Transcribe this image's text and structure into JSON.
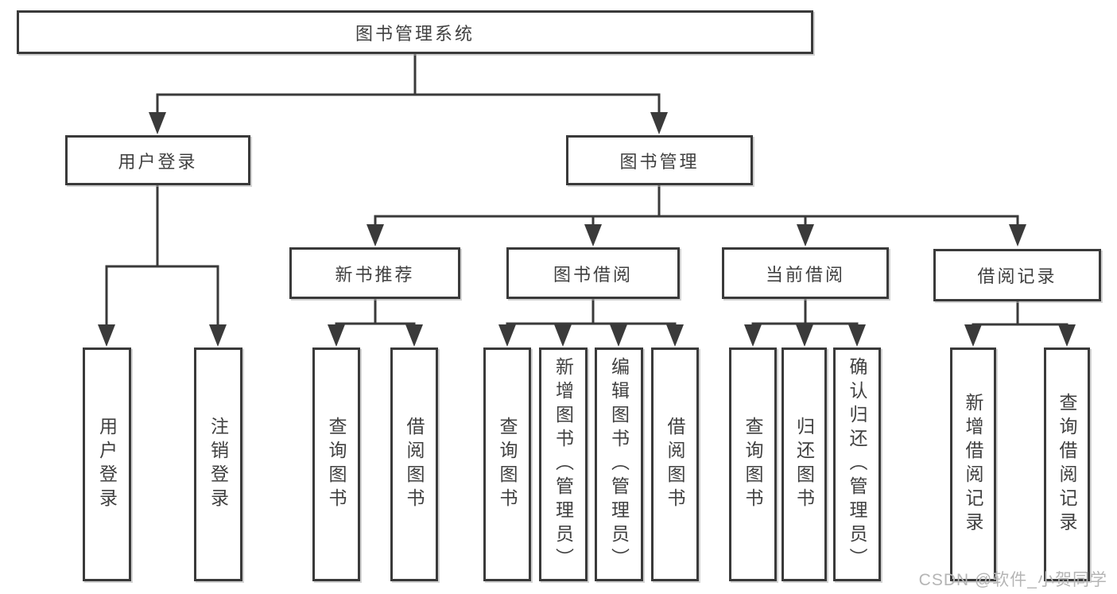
{
  "diagram_title": "图书管理系统",
  "tree": {
    "label": "图书管理系统",
    "children": [
      {
        "label": "用户登录",
        "children": [
          {
            "label": "用户登录"
          },
          {
            "label": "注销登录"
          }
        ]
      },
      {
        "label": "图书管理",
        "children": [
          {
            "label": "新书推荐",
            "children": [
              {
                "label": "查询图书"
              },
              {
                "label": "借阅图书"
              }
            ]
          },
          {
            "label": "图书借阅",
            "children": [
              {
                "label": "查询图书"
              },
              {
                "label": "新增图书（管理员）"
              },
              {
                "label": "编辑图书（管理员）"
              },
              {
                "label": "借阅图书"
              }
            ]
          },
          {
            "label": "当前借阅",
            "children": [
              {
                "label": "查询图书"
              },
              {
                "label": "归还图书"
              },
              {
                "label": "确认归还（管理员）"
              }
            ]
          },
          {
            "label": "借阅记录",
            "children": [
              {
                "label": "新增借阅记录"
              },
              {
                "label": "查询借阅记录"
              }
            ]
          }
        ]
      }
    ]
  },
  "watermark": {
    "text": "CSDN @软件_小贺同学"
  },
  "colors": {
    "line": "#3a3a3a",
    "text": "#404040",
    "watermark": "#b5b5b5",
    "background": "#ffffff"
  }
}
